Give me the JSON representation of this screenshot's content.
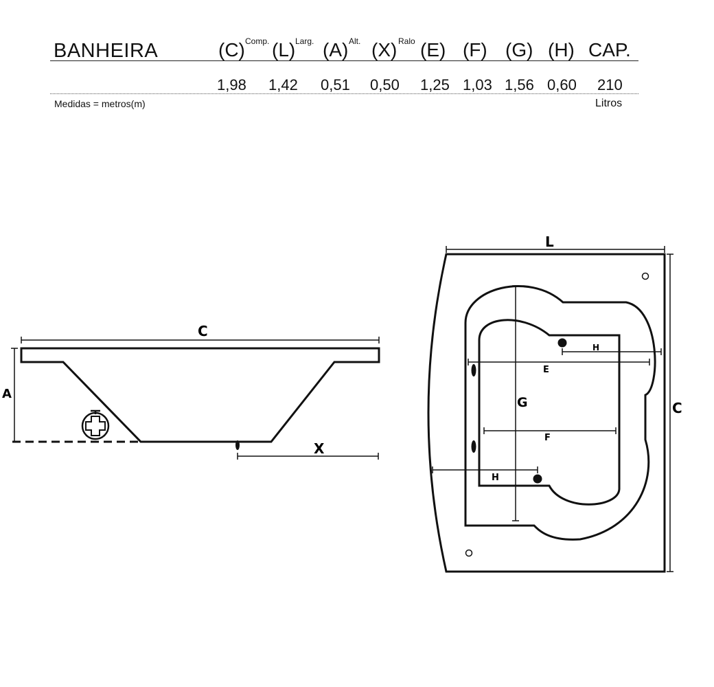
{
  "table": {
    "title": "BANHEIRA",
    "headers": [
      {
        "label": "(C)",
        "sup": "Comp."
      },
      {
        "label": "(L)",
        "sup": "Larg."
      },
      {
        "label": "(A)",
        "sup": "Alt."
      },
      {
        "label": "(X)",
        "sup": "Ralo"
      },
      {
        "label": "(E)",
        "sup": ""
      },
      {
        "label": "(F)",
        "sup": ""
      },
      {
        "label": "(G)",
        "sup": ""
      },
      {
        "label": "(H)",
        "sup": ""
      },
      {
        "label": "CAP.",
        "sup": ""
      }
    ],
    "values": [
      "1,98",
      "1,42",
      "0,51",
      "0,50",
      "1,25",
      "1,03",
      "1,56",
      "0,60",
      "210"
    ],
    "units_note": "Medidas = metros(m)",
    "capacity_unit": "Litros"
  },
  "side_view": {
    "length_label": "C",
    "height_label": "A",
    "drain_label": "X"
  },
  "top_view": {
    "width_label": "L",
    "length_label": "C",
    "e_label": "E",
    "f_label": "F",
    "g_label": "G",
    "h_label": "H"
  }
}
